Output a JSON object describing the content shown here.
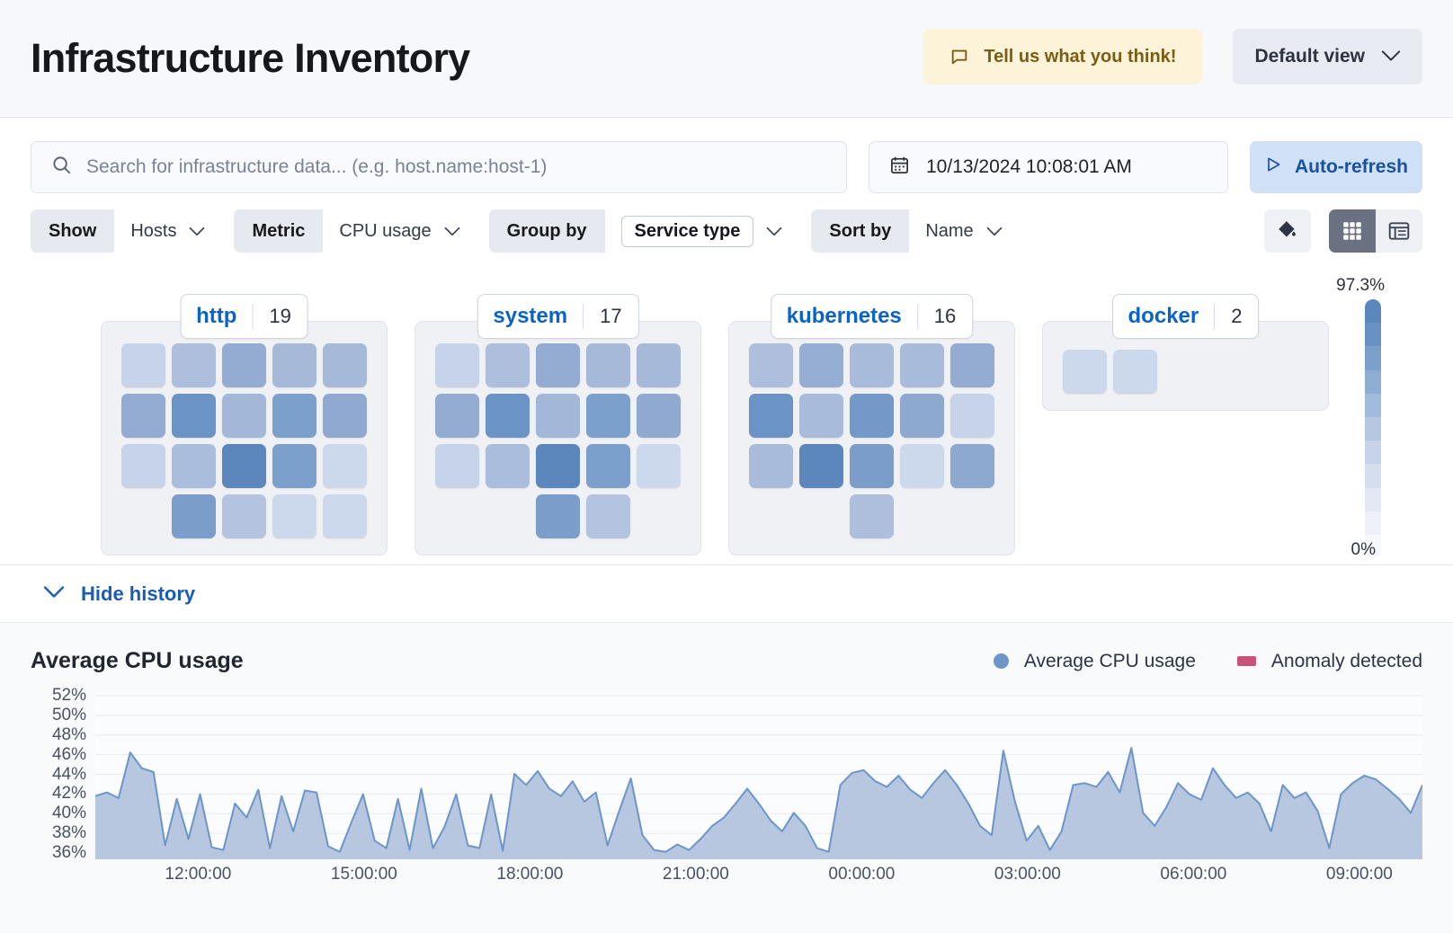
{
  "header": {
    "title": "Infrastructure Inventory",
    "feedback_label": "Tell us what you think!",
    "feedback_icon": "chat-icon",
    "view_label": "Default view",
    "view_chevron": "chevron-down-icon"
  },
  "search": {
    "placeholder": "Search for infrastructure data... (e.g. host.name:host-1)",
    "icon": "search-icon",
    "date_value": "10/13/2024 10:08:01 AM",
    "date_icon": "calendar-icon",
    "refresh_label": "Auto-refresh",
    "refresh_icon": "play-icon"
  },
  "filters": [
    {
      "label": "Show",
      "value": "Hosts",
      "boxed": false
    },
    {
      "label": "Metric",
      "value": "CPU usage",
      "boxed": false
    },
    {
      "label": "Group by",
      "value": "Service type",
      "boxed": true
    },
    {
      "label": "Sort by",
      "value": "Name",
      "boxed": false
    }
  ],
  "view_toggles": {
    "palette_icon": "color-fill-icon",
    "grid_icon": "grid-view-icon",
    "table_icon": "table-view-icon",
    "active": "grid-view-icon"
  },
  "legend_scale": {
    "max_label": "97.3%",
    "min_label": "0%",
    "colors": [
      "#5b87bd",
      "#6992c4",
      "#7ba0cb",
      "#8eadd3",
      "#a2badb",
      "#b6c7e2",
      "#c6d3e8",
      "#d5deee",
      "#e2e8f3",
      "#eef2f8",
      "#f6f8fc"
    ]
  },
  "groups": [
    {
      "name": "http",
      "count": "19",
      "columns": 5,
      "cells": [
        "#c6d3e8",
        "#aebfdd",
        "#94abd2",
        "#a6b9d9",
        "#a6b9d9",
        "#93aad1",
        "#6b93c6",
        "#a3b8d9",
        "#7ba0cb",
        "#90a9d0",
        "#c6d3e8",
        "#aabddc",
        "#5b87bd",
        "#7ba0cb",
        "#ccd8eb",
        "#7b9dc9",
        "#b4c4e0",
        "#ccd8eb",
        "#ccd8eb"
      ],
      "last_row_offset": 1
    },
    {
      "name": "system",
      "count": "17",
      "columns": 5,
      "cells": [
        "#c6d3e8",
        "#aebfdd",
        "#94abd2",
        "#a6b9d9",
        "#a6b9d9",
        "#93aad1",
        "#6b93c6",
        "#a3b8d9",
        "#7ba0cb",
        "#90a9d0",
        "#c6d3e8",
        "#aabddc",
        "#5b87bd",
        "#7ba0cb",
        "#ccd8eb",
        "#7b9dc9",
        "#b4c4e0"
      ],
      "last_row_offset": 2
    },
    {
      "name": "kubernetes",
      "count": "16",
      "columns": 5,
      "cells": [
        "#aebfdd",
        "#96aed3",
        "#a9bbdb",
        "#a9bbdb",
        "#94abd2",
        "#6b93c6",
        "#a9bbdb",
        "#7399c8",
        "#8ea9d0",
        "#c6d3e8",
        "#a9bbdb",
        "#5b87bd",
        "#7b9dc9",
        "#ccd8eb",
        "#8ea9d0",
        "#aebfdd"
      ],
      "last_row_offset": 2
    },
    {
      "name": "docker",
      "count": "2",
      "columns": 5,
      "cells": [
        "#ccd8eb",
        "#ccd8eb"
      ],
      "last_row_offset": 0
    }
  ],
  "history": {
    "toggle_label": "Hide history",
    "toggle_icon": "chevron-down-icon"
  },
  "chart_data": {
    "type": "area",
    "title": "Average CPU usage",
    "xlabel": "",
    "ylabel": "",
    "grid": true,
    "legend_position": "top-right",
    "legend": [
      {
        "name": "Average CPU usage",
        "color": "#6f96c9",
        "marker": "dot"
      },
      {
        "name": "Anomaly detected",
        "color": "#c9517a",
        "marker": "square"
      }
    ],
    "yticks": [
      "52%",
      "50%",
      "48%",
      "46%",
      "44%",
      "42%",
      "40%",
      "38%",
      "36%"
    ],
    "ylim": [
      35,
      53
    ],
    "xticks": [
      "12:00:00",
      "15:00:00",
      "18:00:00",
      "21:00:00",
      "00:00:00",
      "03:00:00",
      "06:00:00",
      "09:00:00"
    ],
    "series": [
      {
        "name": "Average CPU usage",
        "color": "#6f96c9",
        "fill": "#b2c4dd",
        "values": [
          41.8,
          42.2,
          41.6,
          46.5,
          44.8,
          44.4,
          36.5,
          41.5,
          37.2,
          42.0,
          36.3,
          36.0,
          41.0,
          39.5,
          42.5,
          36.2,
          41.8,
          38.0,
          42.4,
          42.2,
          36.4,
          35.8,
          39.0,
          42.0,
          37.0,
          36.2,
          41.5,
          36.0,
          42.6,
          36.2,
          38.5,
          42.0,
          36.5,
          36.2,
          42.0,
          35.9,
          44.2,
          43.0,
          44.5,
          42.6,
          41.8,
          43.4,
          41.2,
          42.2,
          36.5,
          40.2,
          43.7,
          37.6,
          36.0,
          35.8,
          36.6,
          36.0,
          37.2,
          38.6,
          39.5,
          41.0,
          42.6,
          41.0,
          39.2,
          38.0,
          40.0,
          38.6,
          36.2,
          35.8,
          43.0,
          44.3,
          44.6,
          43.4,
          42.8,
          44.0,
          42.5,
          41.6,
          43.2,
          44.6,
          43.0,
          41.0,
          38.6,
          37.6,
          46.7,
          41.2,
          37.0,
          38.6,
          36.0,
          38.0,
          43.0,
          43.2,
          42.8,
          44.4,
          42.2,
          47.0,
          40.0,
          38.6,
          40.6,
          43.2,
          42.0,
          41.4,
          44.8,
          43.0,
          41.6,
          42.2,
          41.0,
          38.0,
          43.0,
          41.6,
          42.2,
          40.2,
          36.2,
          42.0,
          43.2,
          44.0,
          43.6,
          42.6,
          41.5,
          40.0,
          43.0
        ]
      }
    ]
  }
}
